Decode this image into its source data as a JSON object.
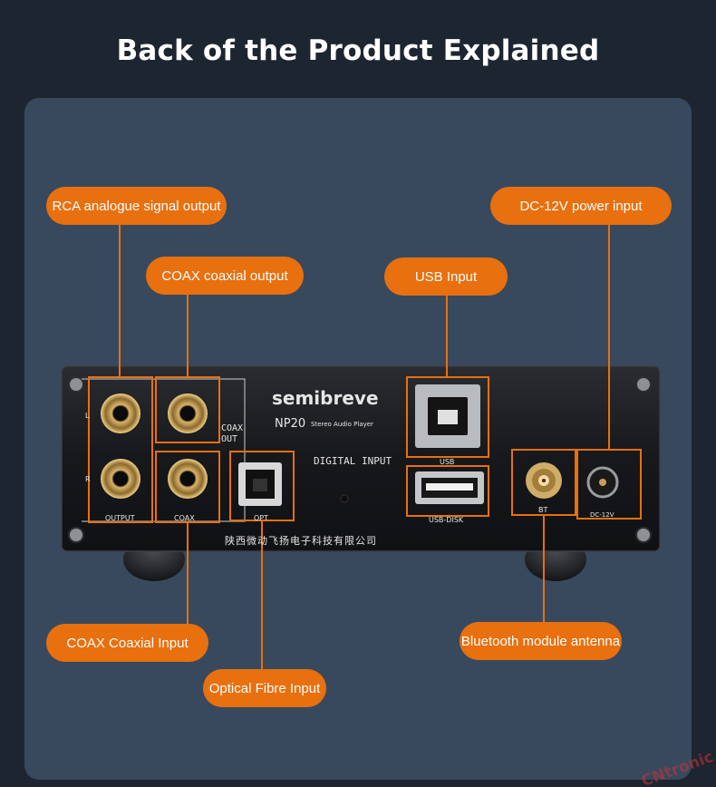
{
  "page": {
    "title": "Back of the Product Explained"
  },
  "callouts": {
    "rca_output": "RCA analogue signal output",
    "coax_output": "COAX coaxial output",
    "usb_input": "USB Input",
    "dc_power": "DC-12V power input",
    "coax_input": "COAX Coaxial Input",
    "optical_input": "Optical Fibre Input",
    "bt_antenna": "Bluetooth module antenna"
  },
  "device": {
    "brand": "semibreve",
    "model": "NP20",
    "model_sub": "Stereo Audio Player",
    "digital_input_label": "DIGITAL INPUT",
    "coax_out_label_1": "COAX",
    "coax_out_label_2": "OUT",
    "output_label": "OUTPUT",
    "coax_label": "COAX",
    "opt_label": "OPT",
    "usb_label": "USB",
    "usb_disk_label": "USB-DISK",
    "bt_label": "BT",
    "dc_label": "DC-12V",
    "channel_l": "L",
    "channel_r": "R",
    "maker_text": "陕西微动飞扬电子科技有限公司"
  },
  "watermark": {
    "text": "CNtronic"
  },
  "colors": {
    "background": "#1d2530",
    "panel": "#38495e",
    "accent": "#e8700f",
    "device_body": "#17181b"
  }
}
